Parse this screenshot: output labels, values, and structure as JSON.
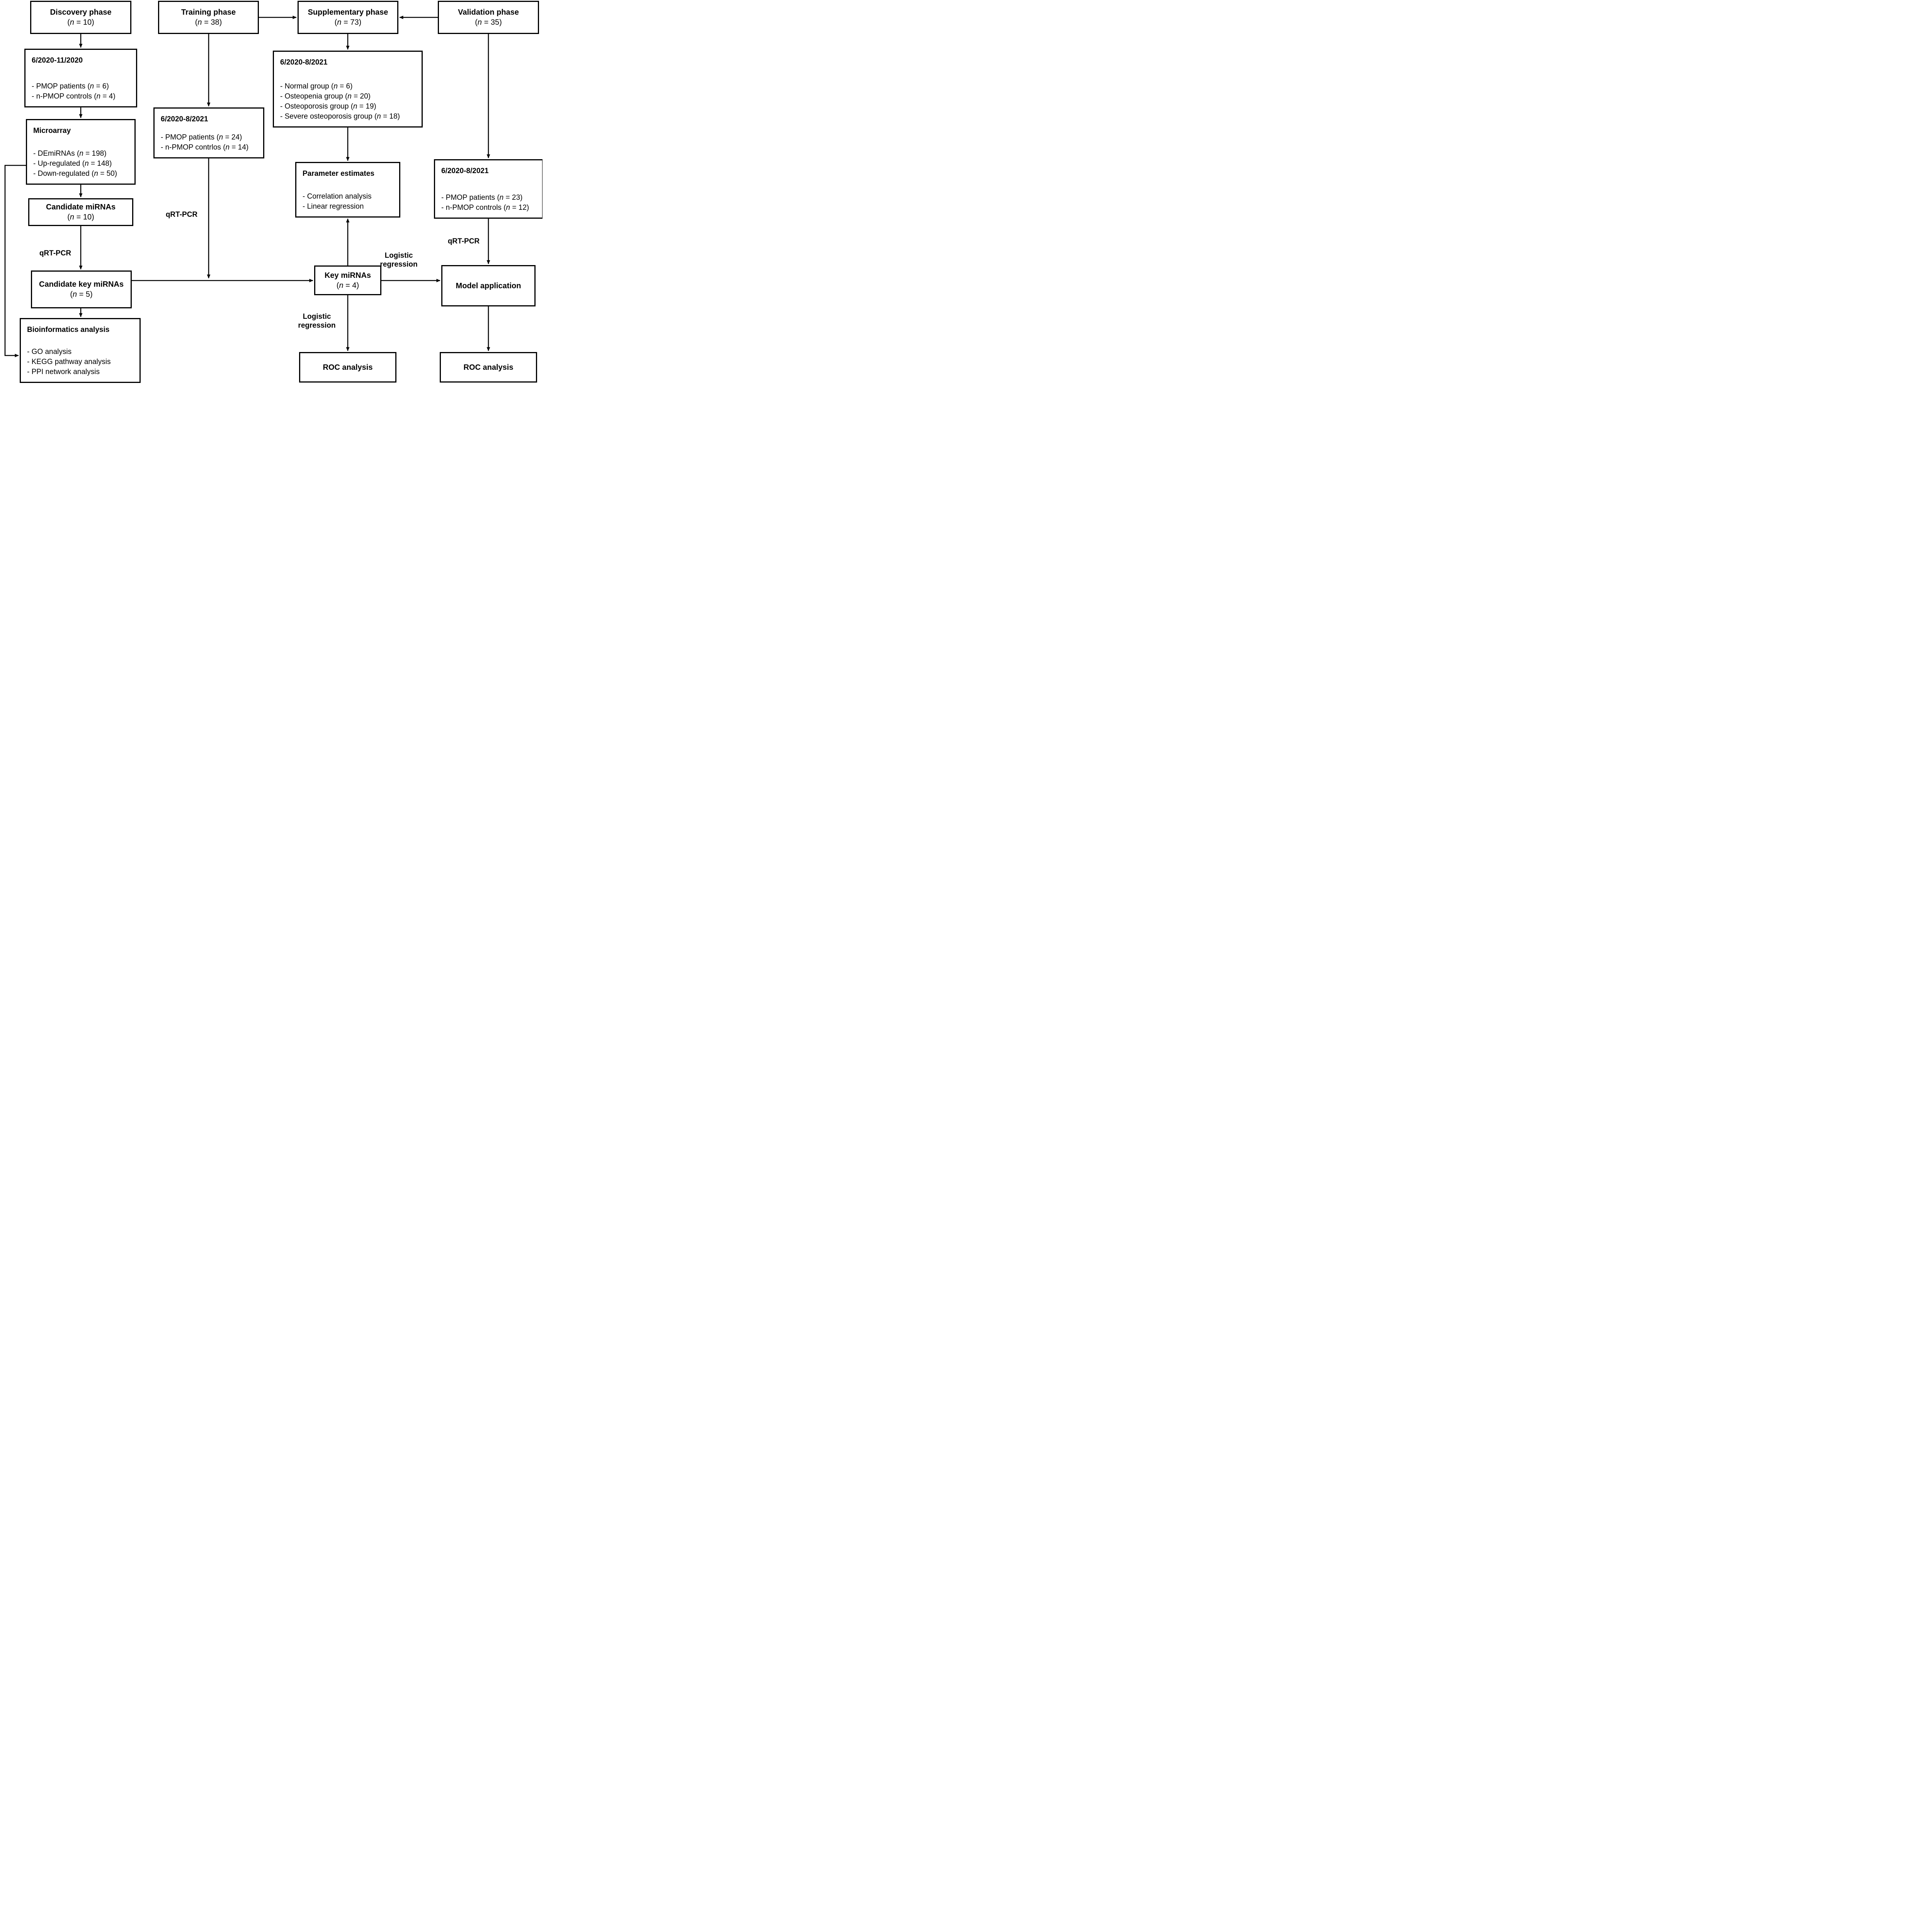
{
  "colors": {
    "ink": "#000000",
    "background": "#ffffff"
  },
  "boxes": {
    "discovery_phase": {
      "title": "Discovery phase",
      "count": "(n = 10)"
    },
    "training_phase": {
      "title": "Training phase",
      "count": "(n = 38)"
    },
    "supplementary_phase": {
      "title": "Supplementary phase",
      "count": "(n = 73)"
    },
    "validation_phase": {
      "title": "Validation phase",
      "count": "(n = 35)"
    },
    "discovery_details": {
      "heading": "6/2020-11/2020",
      "items": [
        "- PMOP patients (n = 6)",
        "- n-PMOP controls (n = 4)"
      ]
    },
    "microarray": {
      "heading": "Microarray",
      "items": [
        "- DEmiRNAs (n = 198)",
        "- Up-regulated (n = 148)",
        "- Down-regulated (n = 50)"
      ]
    },
    "candidate_mirnas": {
      "title": "Candidate miRNAs",
      "count": "(n = 10)"
    },
    "candidate_key_mirnas": {
      "title": "Candidate key miRNAs",
      "count": "(n = 5)"
    },
    "bioinformatics": {
      "heading": "Bioinformatics analysis",
      "items": [
        "- GO analysis",
        "- KEGG pathway analysis",
        "- PPI network analysis"
      ]
    },
    "training_details": {
      "heading": "6/2020-8/2021",
      "items": [
        "- PMOP patients (n = 24)",
        "- n-PMOP contrlos (n = 14)"
      ]
    },
    "supplementary_details": {
      "heading": "6/2020-8/2021",
      "items": [
        "- Normal group (n = 6)",
        "- Osteopenia group (n = 20)",
        "- Osteoporosis group (n = 19)",
        "- Severe osteoporosis group (n = 18)"
      ]
    },
    "parameter_estimates": {
      "heading": "Parameter estimates",
      "items": [
        "- Correlation analysis",
        "- Linear regression"
      ]
    },
    "key_mirnas": {
      "title": "Key miRNAs",
      "count": "(n = 4)"
    },
    "validation_details": {
      "heading": "6/2020-8/2021",
      "items": [
        "- PMOP patients (n = 23)",
        "- n-PMOP controls (n = 12)"
      ]
    },
    "model_application": {
      "title": "Model application"
    },
    "roc_middle": {
      "title": "ROC analysis"
    },
    "roc_right": {
      "title": "ROC analysis"
    }
  },
  "labels": {
    "qrt_pcr_left": "qRT-PCR",
    "qrt_pcr_middle": "qRT-PCR",
    "qrt_pcr_right": "qRT-PCR",
    "logistic_line1": "Logistic",
    "logistic_line2": "regression",
    "logistic_right_line1": "Logistic",
    "logistic_right_line2": "regression"
  }
}
